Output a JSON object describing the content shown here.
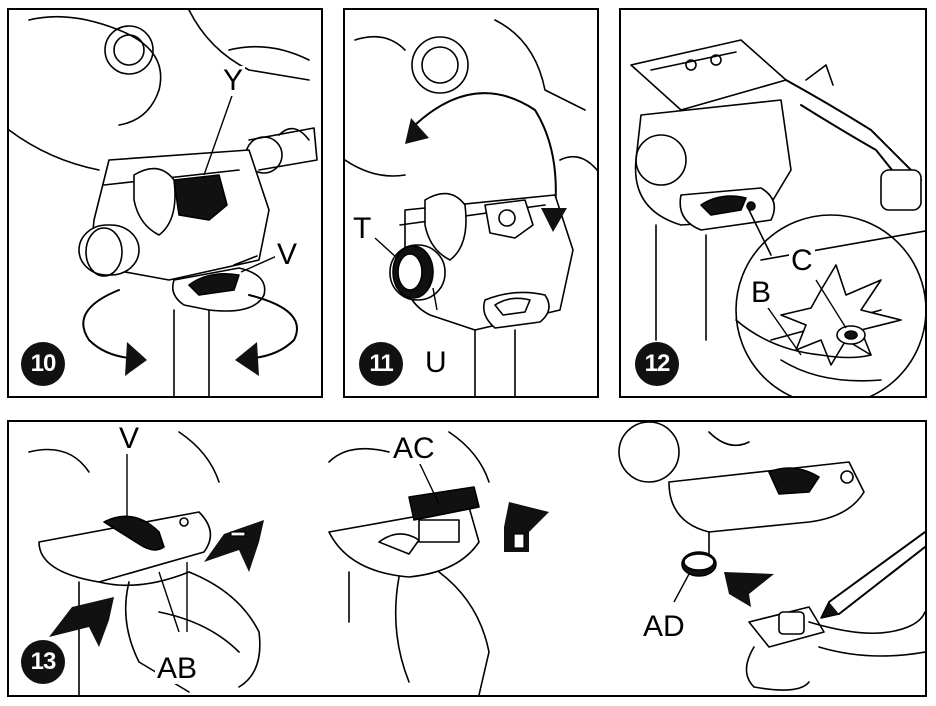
{
  "panels": [
    {
      "step": "10",
      "labels": [
        "Y",
        "V"
      ]
    },
    {
      "step": "11",
      "labels": [
        "T",
        "U"
      ]
    },
    {
      "step": "12",
      "labels": [
        "C",
        "B"
      ]
    },
    {
      "step": "13",
      "labels": [
        "V",
        "AB",
        "AC",
        "AD"
      ]
    }
  ],
  "colors": {
    "ink": "#000000",
    "fill_dark": "#111111",
    "paper": "#ffffff",
    "shade": "#cfcfcf"
  }
}
